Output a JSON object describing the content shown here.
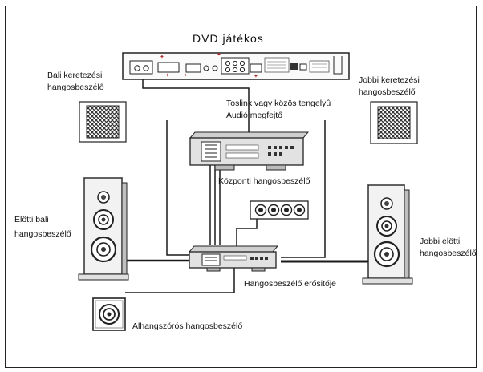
{
  "diagram": {
    "title": "DVD játékos",
    "labels": {
      "rear_left_line1": "Bali keretezési",
      "rear_left_line2": "hangosbeszélő",
      "rear_right_line1": "Jobbi keretezési",
      "rear_right_line2": "hangosbeszélő",
      "decoder_line1": "Toslink vagy közös tengelyû",
      "decoder_line2": "Audió  megfejtő",
      "center": "Központi hangosbeszélő",
      "front_left_line1": "Elötti bali",
      "front_left_line2": "hangosbeszélő",
      "front_right_line1": "Jobbi elötti",
      "front_right_line2": "hangosbeszélő",
      "amplifier": "Hangosbeszélő erősitője",
      "subwoofer": "Alhangszórós hangosbeszélő"
    },
    "colors": {
      "line": "#1a1a1a",
      "device": "#d8d8d8",
      "speaker": "#e6e6e6",
      "grille": "#3a3a3a"
    }
  }
}
